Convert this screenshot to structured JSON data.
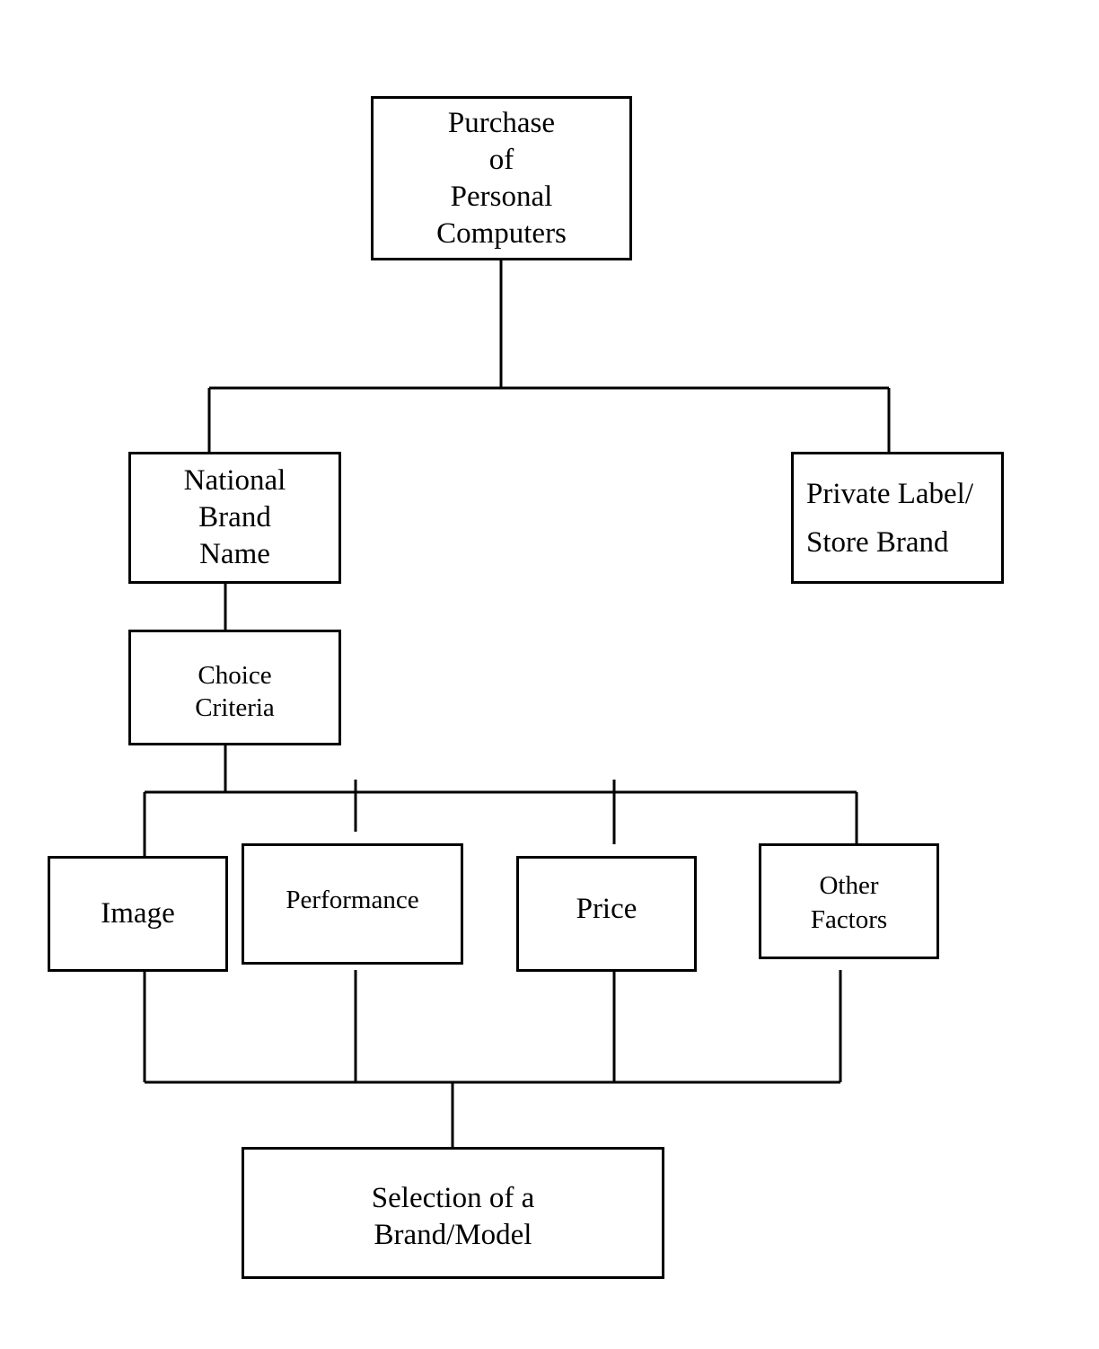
{
  "diagram": {
    "root": {
      "lines": [
        "Purchase",
        "of",
        "Personal",
        "Computers"
      ]
    },
    "national_brand": {
      "lines": [
        "National",
        "Brand",
        "Name"
      ]
    },
    "private_label": {
      "lines": [
        "Private Label/",
        "Store Brand"
      ]
    },
    "choice_criteria": {
      "lines": [
        "Choice",
        "Criteria"
      ]
    },
    "image": {
      "label": "Image"
    },
    "performance": {
      "label": "Performance"
    },
    "price": {
      "label": "Price"
    },
    "other_factors": {
      "lines": [
        "Other",
        "Factors"
      ]
    },
    "selection": {
      "lines": [
        "Selection of a",
        "Brand/Model"
      ]
    }
  }
}
